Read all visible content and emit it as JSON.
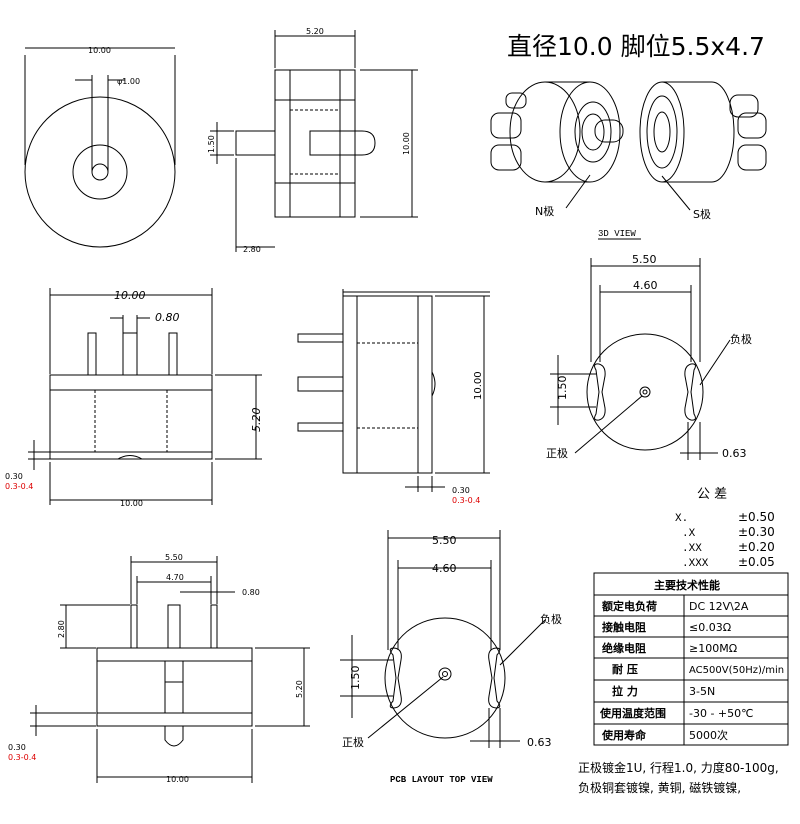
{
  "header": {
    "title": "直径10.0  脚位5.5x4.7"
  },
  "labels": {
    "view3d": "3D VIEW",
    "pcb_view": "PCB LAYOUT TOP VIEW",
    "n_pole": "N极",
    "s_pole": "S极",
    "neg": "负极",
    "pos": "正极"
  },
  "dims": {
    "d10": "10.00",
    "d1": "φ1.00",
    "d520": "5.20",
    "d150": "1.50",
    "d280": "2.80",
    "d080": "0.80",
    "d550": "5.50",
    "d460": "4.60",
    "d470": "4.70",
    "d063": "0.63",
    "d030": "0.30",
    "d0304": "0.3-0.4"
  },
  "tolerance": {
    "title": "公 差",
    "rows": [
      {
        "k": "X.",
        "v": "±0.50"
      },
      {
        "k": ".X",
        "v": "±0.30"
      },
      {
        "k": ".XX",
        "v": "±0.20"
      },
      {
        "k": ".XXX",
        "v": "±0.05"
      }
    ]
  },
  "spec": {
    "title": "主要技术性能",
    "rows": [
      {
        "k": "额定电负荷",
        "v": "DC 12V\\2A"
      },
      {
        "k": "接触电阻",
        "v": "≤0.03Ω"
      },
      {
        "k": "绝缘电阻",
        "v": "≥100MΩ"
      },
      {
        "k": "耐 压",
        "v": "AC500V(50Hz)/min"
      },
      {
        "k": "拉 力",
        "v": "3-5N"
      },
      {
        "k": "使用温度范围",
        "v": "-30 - +50℃"
      },
      {
        "k": "使用寿命",
        "v": "5000次"
      }
    ]
  },
  "notes": [
    "正极镀金1U, 行程1.0, 力度80-100g,",
    "负极铜套镀镍, 黄铜, 磁铁镀镍,"
  ]
}
